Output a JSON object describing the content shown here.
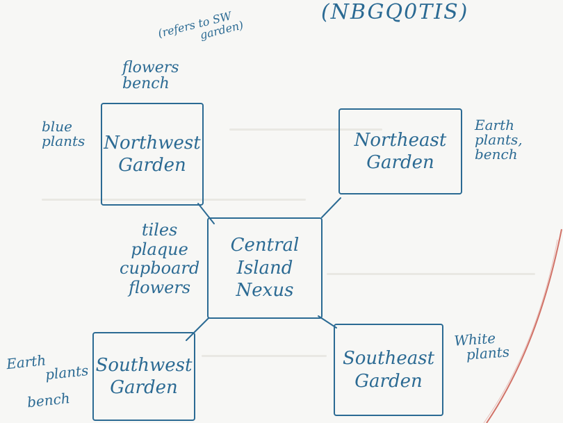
{
  "title": "(NBGQ0TIS)",
  "nodes": {
    "northwest": {
      "line1": "Northwest",
      "line2": "Garden"
    },
    "northeast": {
      "line1": "Northeast",
      "line2": "Garden"
    },
    "central": {
      "line1": "Central",
      "line2": "Island",
      "line3": "Nexus"
    },
    "southwest": {
      "line1": "Southwest",
      "line2": "Garden"
    },
    "southeast": {
      "line1": "Southeast",
      "line2": "Garden"
    }
  },
  "notes": {
    "nw_top_paren": {
      "line1": "(refers to SW",
      "line2": "garden)"
    },
    "nw_top": {
      "line1": "flowers",
      "line2": "bench"
    },
    "nw_left": {
      "line1": "blue",
      "line2": "plants"
    },
    "ne_right": {
      "line1": "Earth",
      "line2": "plants,",
      "line3": "bench"
    },
    "central_left": {
      "line1": "tiles",
      "line2": "plaque",
      "line3": "cupboard",
      "line4": "flowers"
    },
    "sw_left": {
      "line1": "Earth",
      "line2": "plants",
      "line3": "bench"
    },
    "se_right": {
      "line1": "White",
      "line2": "plants"
    }
  },
  "colors": {
    "ink": "#2b6a93",
    "paper": "#f7f7f5",
    "red_margin": "#c0392b"
  }
}
